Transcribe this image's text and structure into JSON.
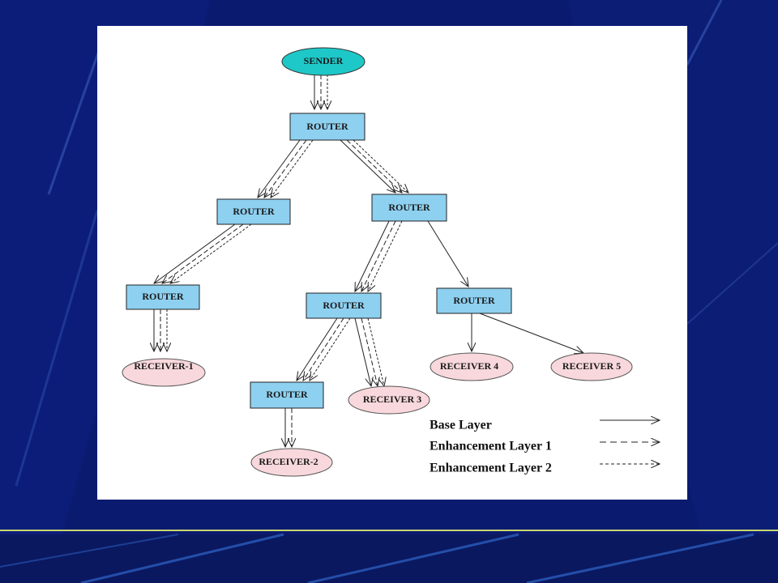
{
  "diagram": {
    "nodes": {
      "sender": "SENDER",
      "router_top": "ROUTER",
      "router_left": "ROUTER",
      "router_right": "ROUTER",
      "router_ll": "ROUTER",
      "router_mid": "ROUTER",
      "router_rr": "ROUTER",
      "router_bottom": "ROUTER",
      "receiver_1": "RECEIVER-1",
      "receiver_2": "RECEIVER-2",
      "receiver_3": "RECEIVER 3",
      "receiver_4": "RECEIVER 4",
      "receiver_5": "RECEIVER 5"
    },
    "legend": {
      "base": "Base Layer",
      "enh1": "Enhancement Layer 1",
      "enh2": "Enhancement Layer 2"
    },
    "colors": {
      "sender_fill": "#1ec8c8",
      "router_fill": "#8ed0f0",
      "receiver_fill": "#f8d8dc",
      "edge": "#222222",
      "background": "#0a1a6e"
    }
  }
}
